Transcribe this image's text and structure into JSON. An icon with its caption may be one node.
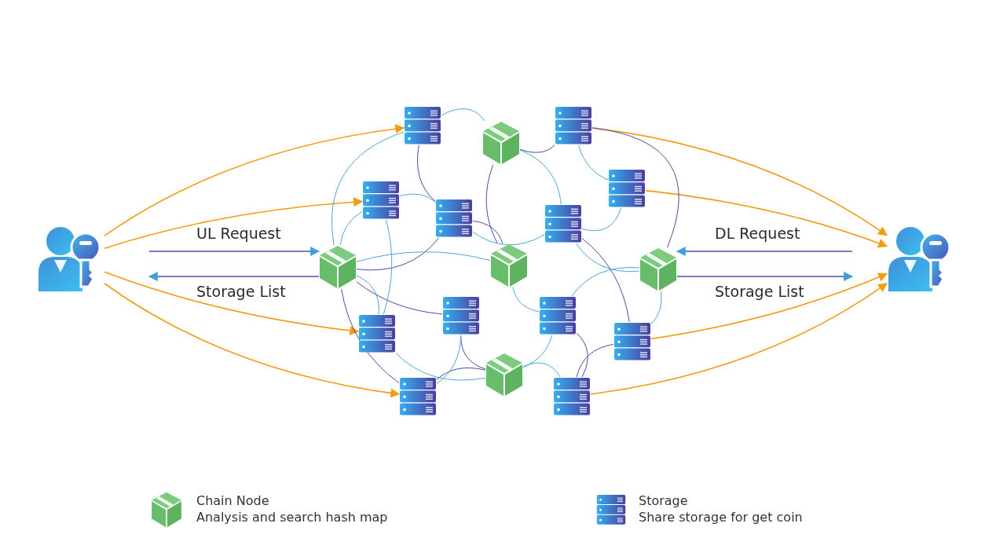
{
  "diagram": {
    "nodes": [
      {
        "text": [],
        "shape": "person"
      },
      {
        "text": [],
        "shape": "person"
      },
      {
        "text": [],
        "shape": "picture"
      },
      {
        "text": [],
        "shape": "picture"
      },
      {
        "text": [],
        "shape": "picture"
      },
      {
        "text": [],
        "shape": "picture"
      },
      {
        "text": [],
        "shape": "picture"
      },
      {
        "text": [],
        "shape": "picture"
      },
      {
        "text": [],
        "shape": "picture"
      },
      {
        "text": [],
        "shape": "picture"
      },
      {
        "text": [],
        "shape": "picture"
      },
      {
        "text": [],
        "shape": "picture"
      },
      {
        "text": [],
        "shape": "picture"
      },
      {
        "text": [],
        "shape": "picture"
      },
      {
        "text": [],
        "shape": "picture"
      },
      {
        "text": [],
        "shape": "picture"
      },
      {
        "text": [],
        "shape": "picture"
      },
      {
        "text": [],
        "shape": "picture"
      },
      {
        "text": [],
        "shape": "picture"
      }
    ],
    "edges": [
      {
        "from": 0,
        "to": 2,
        "arrow": "to",
        "color": "#f39c12"
      },
      {
        "from": 0,
        "to": 4,
        "arrow": "to",
        "color": "#f39c12"
      },
      {
        "from": 0,
        "to": 10,
        "arrow": "to",
        "color": "#f39c12"
      },
      {
        "from": 0,
        "to": 12,
        "arrow": "to",
        "color": "#f39c12"
      },
      {
        "from": 3,
        "to": 1,
        "arrow": "to",
        "color": "#f39c12"
      },
      {
        "from": 5,
        "to": 1,
        "arrow": "to",
        "color": "#f39c12"
      },
      {
        "from": 11,
        "to": 1,
        "arrow": "to",
        "color": "#f39c12"
      },
      {
        "from": 13,
        "to": 1,
        "arrow": "to",
        "color": "#f39c12"
      },
      {
        "from": 0,
        "to": 15,
        "arrow": "to",
        "label": "UL Request",
        "color": "#4a4fae"
      },
      {
        "from": 15,
        "to": 0,
        "arrow": "to",
        "label": "Storage List",
        "color": "#4a4fae"
      },
      {
        "from": 1,
        "to": 17,
        "arrow": "to",
        "label": "DL Request",
        "color": "#4a4fae"
      },
      {
        "from": 17,
        "to": 1,
        "arrow": "to",
        "label": "Storage List",
        "color": "#4a4fae"
      },
      {
        "from": 15,
        "to": 2,
        "arrow": "none"
      },
      {
        "from": 15,
        "to": 4,
        "arrow": "none"
      },
      {
        "from": 15,
        "to": 6,
        "arrow": "none",
        "color": "#4b4ba6"
      },
      {
        "from": 15,
        "to": 16,
        "arrow": "none"
      },
      {
        "from": 15,
        "to": 12,
        "arrow": "none",
        "color": "#4b4ba6"
      },
      {
        "from": 15,
        "to": 10,
        "arrow": "none"
      },
      {
        "from": 15,
        "to": 8,
        "arrow": "none",
        "color": "#4b4ba6"
      },
      {
        "from": 2,
        "to": 14,
        "arrow": "none"
      },
      {
        "from": 14,
        "to": 3,
        "arrow": "none",
        "color": "#4b4ba6"
      },
      {
        "from": 14,
        "to": 7,
        "arrow": "none"
      },
      {
        "from": 14,
        "to": 16,
        "arrow": "none",
        "color": "#4b4ba6"
      },
      {
        "from": 4,
        "to": 6,
        "arrow": "none"
      },
      {
        "from": 6,
        "to": 7,
        "arrow": "none"
      },
      {
        "from": 6,
        "to": 16,
        "arrow": "none",
        "color": "#4b4ba6"
      },
      {
        "from": 7,
        "to": 17,
        "arrow": "none"
      },
      {
        "from": 7,
        "to": 11,
        "arrow": "none",
        "color": "#4b4ba6"
      },
      {
        "from": 3,
        "to": 5,
        "arrow": "none"
      },
      {
        "from": 3,
        "to": 17,
        "arrow": "none",
        "color": "#4b4ba6"
      },
      {
        "from": 16,
        "to": 9,
        "arrow": "none"
      },
      {
        "from": 9,
        "to": 17,
        "arrow": "none"
      },
      {
        "from": 8,
        "to": 18,
        "arrow": "none",
        "color": "#4b4ba6"
      },
      {
        "from": 9,
        "to": 18,
        "arrow": "none"
      },
      {
        "from": 10,
        "to": 18,
        "arrow": "none"
      },
      {
        "from": 12,
        "to": 18,
        "arrow": "none",
        "color": "#4b4ba6"
      },
      {
        "from": 13,
        "to": 18,
        "arrow": "none"
      },
      {
        "from": 13,
        "to": 11,
        "arrow": "none",
        "color": "#4b4ba6"
      },
      {
        "from": 11,
        "to": 17,
        "arrow": "none"
      },
      {
        "from": 5,
        "to": 7,
        "arrow": "none"
      },
      {
        "from": 12,
        "to": 8,
        "arrow": "none"
      },
      {
        "from": 9,
        "to": 13,
        "arrow": "none",
        "color": "#4b4ba6"
      },
      {
        "from": 2,
        "to": 6,
        "arrow": "none",
        "color": "#4b4ba6"
      },
      {
        "from": 4,
        "to": 10,
        "arrow": "none"
      }
    ],
    "labels": [
      "Analysis and search hash map",
      "Share storage for get coin"
    ],
    "legend": [
      {
        "text": "Chain Node"
      },
      {
        "text": "Storage"
      }
    ]
  }
}
